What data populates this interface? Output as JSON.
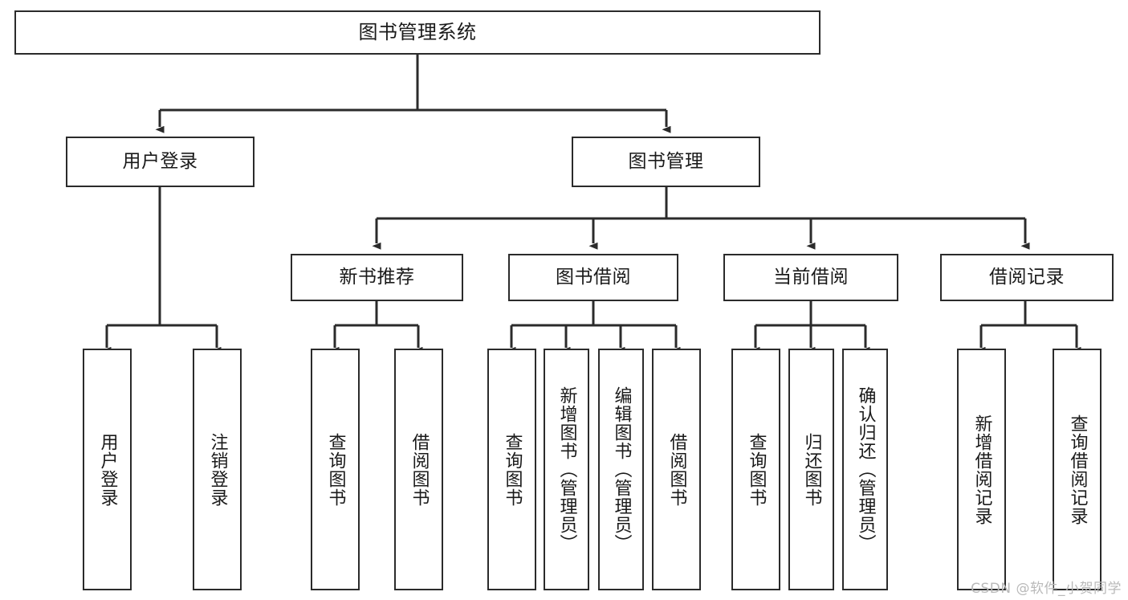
{
  "diagram": {
    "title": "图书管理系统",
    "watermark": "CSDN @软件_小贺同学",
    "type": "tree-hierarchy",
    "colors": {
      "box_border": "#2b2b2b",
      "box_fill": "#ffffff",
      "edge": "#2b2b2b",
      "text": "#1a1a1a",
      "watermark": "#b9b9b9",
      "background": "#ffffff"
    },
    "root": {
      "label": "图书管理系统"
    },
    "level2": [
      {
        "label": "用户登录"
      },
      {
        "label": "图书管理"
      }
    ],
    "level3": [
      {
        "label": "新书推荐"
      },
      {
        "label": "图书借阅"
      },
      {
        "label": "当前借阅"
      },
      {
        "label": "借阅记录"
      }
    ],
    "leaves": {
      "user_login": [
        {
          "label": "用户登录"
        },
        {
          "label": "注销登录"
        }
      ],
      "new_book_recommend": [
        {
          "label": "查询图书"
        },
        {
          "label": "借阅图书"
        }
      ],
      "book_borrow": [
        {
          "label": "查询图书"
        },
        {
          "label": "新增图书（管理员）"
        },
        {
          "label": "编辑图书（管理员）"
        },
        {
          "label": "借阅图书"
        }
      ],
      "current_borrow": [
        {
          "label": "查询图书"
        },
        {
          "label": "归还图书"
        },
        {
          "label": "确认归还（管理员）"
        }
      ],
      "borrow_record": [
        {
          "label": "新增借阅记录"
        },
        {
          "label": "查询借阅记录"
        }
      ]
    }
  }
}
